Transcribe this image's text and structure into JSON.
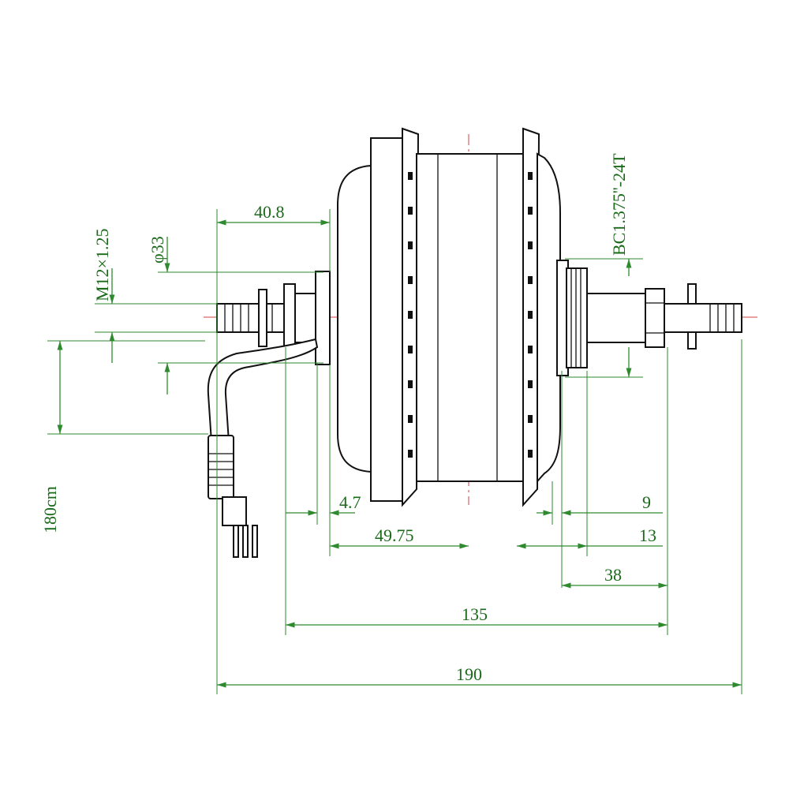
{
  "dimensions": {
    "thread": "M12×1.25",
    "axle_dia": "φ33",
    "left_offset": "40.8",
    "freewheel": "BC1.375''-24T",
    "cable_length": "180cm",
    "flange_left": "4.7",
    "flange_spacing": "49.75",
    "right_9": "9",
    "right_13": "13",
    "right_38": "38",
    "dropout_width": "135",
    "overall_width": "190"
  },
  "colors": {
    "dimension": "#2f8a2f",
    "part": "#111111",
    "centerline": "#d24040"
  }
}
